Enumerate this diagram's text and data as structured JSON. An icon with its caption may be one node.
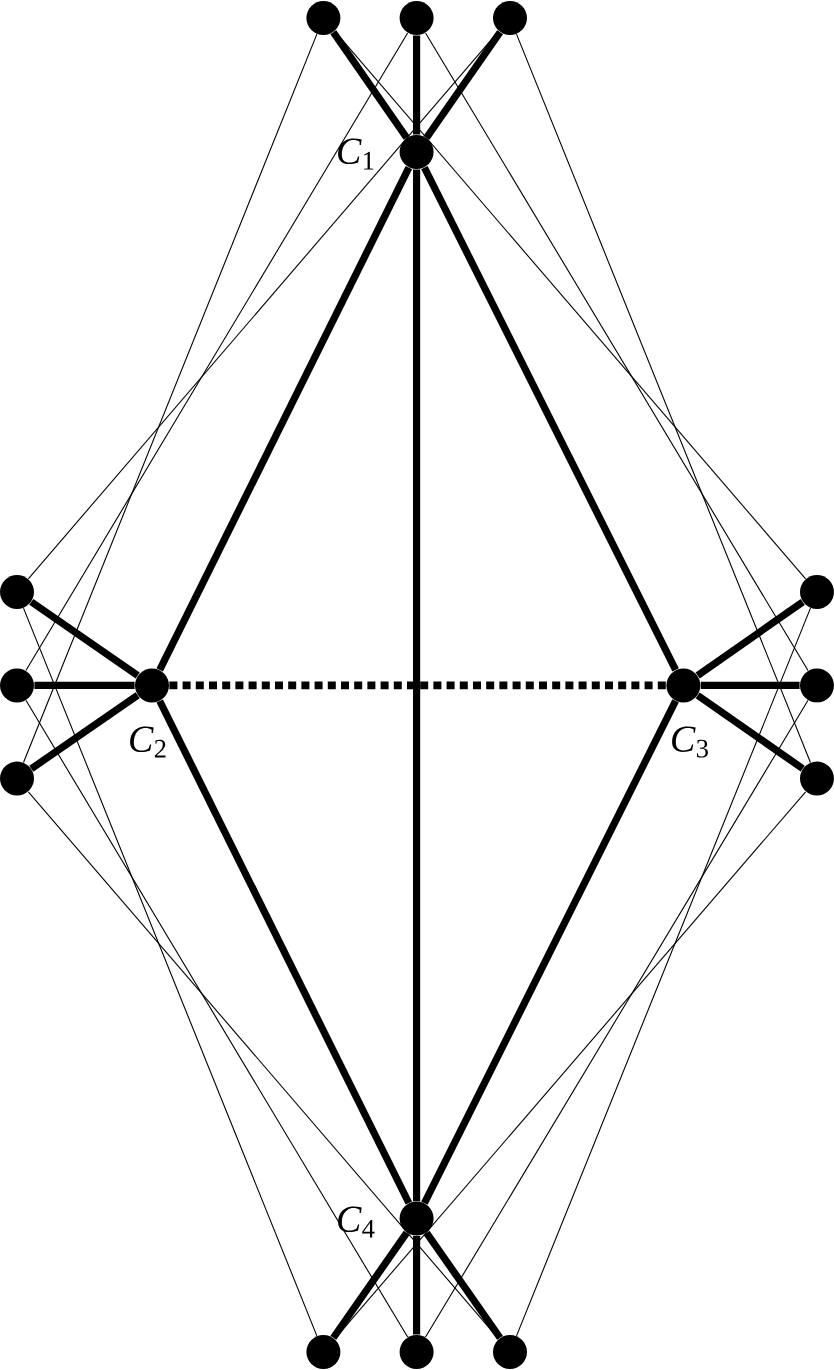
{
  "diagram": {
    "nodes": [
      {
        "text": [],
        "shape": "circle"
      },
      {
        "text": [],
        "shape": "circle"
      },
      {
        "text": [],
        "shape": "circle"
      },
      {
        "text": [],
        "shape": "circle",
        "beside": [
          "*C*$_{1}$"
        ]
      },
      {
        "text": [],
        "shape": "circle"
      },
      {
        "text": [],
        "shape": "circle"
      },
      {
        "text": [],
        "shape": "circle"
      },
      {
        "text": [],
        "shape": "circle",
        "beside": [
          "*C*$_{2}$"
        ]
      },
      {
        "text": [],
        "shape": "circle",
        "beside": [
          "*C*$_{3}$"
        ]
      },
      {
        "text": [],
        "shape": "circle"
      },
      {
        "text": [],
        "shape": "circle"
      },
      {
        "text": [],
        "shape": "circle"
      },
      {
        "text": [],
        "shape": "circle",
        "beside": [
          "*C*$_{4}$"
        ]
      },
      {
        "text": [],
        "shape": "circle"
      },
      {
        "text": [],
        "shape": "circle"
      },
      {
        "text": [],
        "shape": "circle"
      }
    ],
    "edges": [
      {
        "from": 3,
        "to": 0,
        "arrow": "none"
      },
      {
        "from": 3,
        "to": 1,
        "arrow": "none"
      },
      {
        "from": 3,
        "to": 2,
        "arrow": "none"
      },
      {
        "from": 3,
        "to": 7,
        "arrow": "none"
      },
      {
        "from": 3,
        "to": 8,
        "arrow": "none"
      },
      {
        "from": 3,
        "to": 12,
        "arrow": "none"
      },
      {
        "from": 7,
        "to": 8,
        "arrow": "none",
        "style": "dashed"
      },
      {
        "from": 7,
        "to": 4,
        "arrow": "none"
      },
      {
        "from": 7,
        "to": 6,
        "arrow": "none"
      },
      {
        "from": 7,
        "to": 10,
        "arrow": "none"
      },
      {
        "from": 8,
        "to": 5,
        "arrow": "none"
      },
      {
        "from": 8,
        "to": 9,
        "arrow": "none"
      },
      {
        "from": 8,
        "to": 11,
        "arrow": "none"
      },
      {
        "from": 7,
        "to": 12,
        "arrow": "none"
      },
      {
        "from": 8,
        "to": 12,
        "arrow": "none"
      },
      {
        "from": 12,
        "to": 13,
        "arrow": "none"
      },
      {
        "from": 12,
        "to": 14,
        "arrow": "none"
      },
      {
        "from": 12,
        "to": 15,
        "arrow": "none"
      },
      {
        "from": 0,
        "to": 10,
        "arrow": "none"
      },
      {
        "from": 1,
        "to": 6,
        "arrow": "none"
      },
      {
        "from": 2,
        "to": 4,
        "arrow": "none"
      },
      {
        "from": 0,
        "to": 5,
        "arrow": "none"
      },
      {
        "from": 1,
        "to": 9,
        "arrow": "none"
      },
      {
        "from": 2,
        "to": 11,
        "arrow": "none"
      },
      {
        "from": 13,
        "to": 4,
        "arrow": "none"
      },
      {
        "from": 14,
        "to": 6,
        "arrow": "none"
      },
      {
        "from": 15,
        "to": 10,
        "arrow": "none"
      },
      {
        "from": 13,
        "to": 11,
        "arrow": "none"
      },
      {
        "from": 14,
        "to": 9,
        "arrow": "none"
      },
      {
        "from": 15,
        "to": 5,
        "arrow": "none"
      }
    ]
  }
}
